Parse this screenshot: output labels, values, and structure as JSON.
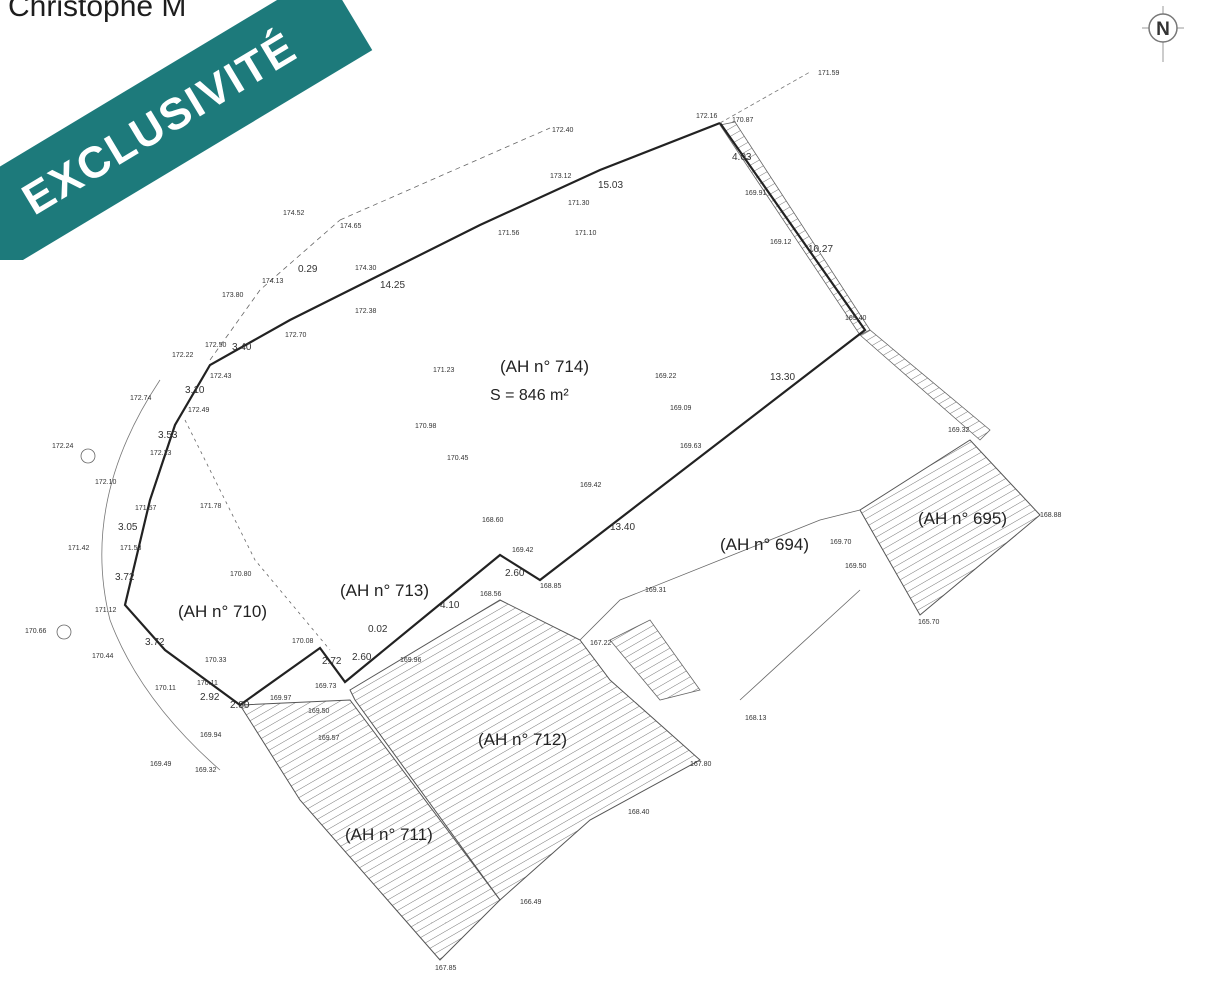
{
  "header": {
    "author": "Christophe M"
  },
  "ribbon": {
    "label": "EXCLUSIVITÉ"
  },
  "compass": {
    "label": "N"
  },
  "plan": {
    "parcels": [
      {
        "label": "(AH n° 714)"
      },
      {
        "label": "S =  846 m²"
      },
      {
        "label": "(AH n° 710)"
      },
      {
        "label": "(AH n° 713)"
      },
      {
        "label": "(AH n° 712)"
      },
      {
        "label": "(AH n° 711)"
      },
      {
        "label": "(AH n° 694)"
      },
      {
        "label": "(AH n° 695)"
      }
    ],
    "dimensions": [
      "15.03",
      "14.25",
      "4.03",
      "10.27",
      "13.30",
      "13.40",
      "4.10",
      "2.72",
      "2.60",
      "0.02",
      "0.29",
      "2.80",
      "3.40",
      "3.72",
      "3.72",
      "3.05",
      "3.53",
      "2.92",
      "2.60",
      "3.10"
    ],
    "elevations": [
      "171.59",
      "172.40",
      "172.16",
      "170.87",
      "173.12",
      "171.30",
      "171.10",
      "171.56",
      "169.91",
      "169.12",
      "169.40",
      "174.52",
      "174.65",
      "174.13",
      "174.30",
      "173.80",
      "172.70",
      "172.38",
      "172.50",
      "172.22",
      "172.43",
      "172.74",
      "172.49",
      "171.23",
      "169.22",
      "169.09",
      "170.98",
      "170.45",
      "169.63",
      "169.42",
      "169.32",
      "172.24",
      "172.10",
      "172.23",
      "171.57",
      "171.78",
      "171.42",
      "171.53",
      "168.60",
      "168.88",
      "168.56",
      "169.42",
      "169.70",
      "169.50",
      "168.85",
      "171.12",
      "170.80",
      "169.31",
      "167.22",
      "170.66",
      "170.44",
      "170.08",
      "169.73",
      "170.33",
      "170.11",
      "169.97",
      "170.11",
      "169.96",
      "169.94",
      "169.50",
      "169.57",
      "169.49",
      "169.32",
      "168.13",
      "167.80",
      "168.40",
      "166.49",
      "167.85",
      "165.70"
    ]
  }
}
